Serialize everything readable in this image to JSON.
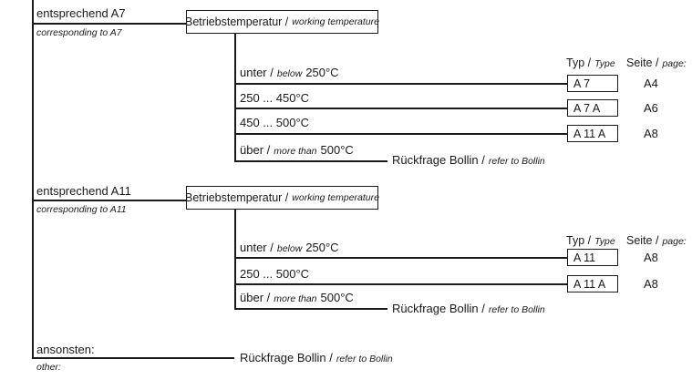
{
  "diagram": {
    "sections": [
      {
        "condition": {
          "de": "entsprechend A7",
          "en": "corresponding to A7"
        },
        "node": {
          "de": "Betriebstemperatur /",
          "en": "working temperature"
        },
        "columns": {
          "typ": {
            "de": "Typ /",
            "en": "Type"
          },
          "seite": {
            "de": "Seite /",
            "en": "page:"
          }
        },
        "branches": [
          {
            "de": "unter /",
            "en": "below",
            "temp": "250°C",
            "typ": "A 7",
            "seite": "A4"
          },
          {
            "de": "250 ... 450°C",
            "typ": "A 7 A",
            "seite": "A6"
          },
          {
            "de": "450 ... 500°C",
            "typ": "A 11 A",
            "seite": "A8"
          },
          {
            "de": "über /",
            "en": "more than",
            "temp": "500°C",
            "result": {
              "de": "Rückfrage Bollin /",
              "en": "refer to Bollin"
            }
          }
        ]
      },
      {
        "condition": {
          "de": "entsprechend A11",
          "en": "corresponding to A11"
        },
        "node": {
          "de": "Betriebstemperatur /",
          "en": "working temperature"
        },
        "columns": {
          "typ": {
            "de": "Typ /",
            "en": "Type"
          },
          "seite": {
            "de": "Seite /",
            "en": "page:"
          }
        },
        "branches": [
          {
            "de": "unter /",
            "en": "below",
            "temp": "250°C",
            "typ": "A 11",
            "seite": "A8"
          },
          {
            "de": "250 ... 500°C",
            "typ": "A 11 A",
            "seite": "A8"
          },
          {
            "de": "über /",
            "en": "more than",
            "temp": "500°C",
            "result": {
              "de": "Rückfrage Bollin /",
              "en": "refer to Bollin"
            }
          }
        ]
      },
      {
        "condition": {
          "de": "ansonsten:",
          "en": "other:"
        },
        "result": {
          "de": "Rückfrage Bollin /",
          "en": "refer to Bollin"
        }
      }
    ]
  }
}
